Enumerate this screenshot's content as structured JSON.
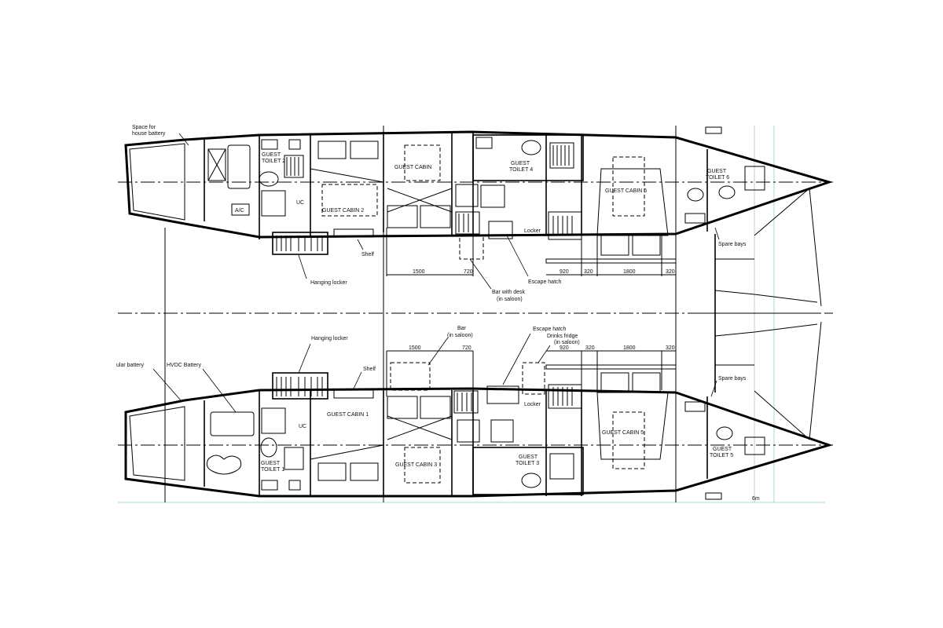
{
  "title": "Catamaran accommodation layout",
  "colors": {
    "line": "#000000",
    "background": "#ffffff",
    "grid": "#99cccc"
  },
  "top_hull": {
    "house_battery_1": "Space for",
    "house_battery_2": "house battery",
    "toilet2_1": "GUEST",
    "toilet2_2": "TOILET 2",
    "ac": "A/C",
    "uc": "UC",
    "cabin2": "GUEST CABIN 2",
    "shelf": "Shelf",
    "hanging_locker": "Hanging locker",
    "cabin4": "GUEST CABIN",
    "toilet4_1": "GUEST",
    "toilet4_2": "TOILET 4",
    "locker": "Locker",
    "escape_hatch": "Escape hatch",
    "bar_1": "Bar with desk",
    "bar_2": "(in saloon)",
    "cabin6": "GUEST CABIN 6",
    "toilet6_1": "GUEST",
    "toilet6_2": "TOILET 6",
    "spare_bays": "Spare bays",
    "dims": [
      "1500",
      "720",
      "920",
      "320",
      "1800",
      "320"
    ]
  },
  "bottom_hull": {
    "solar_battery": "ular battery",
    "hvdc_battery": "HVDC Battery",
    "hanging_locker": "Hanging locker",
    "shelf": "Shelf",
    "bar_1": "Bar",
    "bar_2": "(in saloon)",
    "escape_hatch": "Escape hatch",
    "fridge_1": "Drinks fridge",
    "fridge_2": "(in saloon)",
    "cabin1": "GUEST CABIN 1",
    "uc": "UC",
    "toilet1_1": "GUEST",
    "toilet1_2": "TOILET 1",
    "cabin3": "GUEST CABIN 3",
    "toilet3_1": "GUEST",
    "toilet3_2": "TOILET 3",
    "locker": "Locker",
    "cabin5": "GUEST CABIN 5",
    "toilet5_1": "GUEST",
    "toilet5_2": "TOILET 5",
    "spare_bays": "Spare bays",
    "scale": "6m",
    "dims": [
      "1500",
      "720",
      "920",
      "320",
      "1800",
      "320"
    ]
  }
}
